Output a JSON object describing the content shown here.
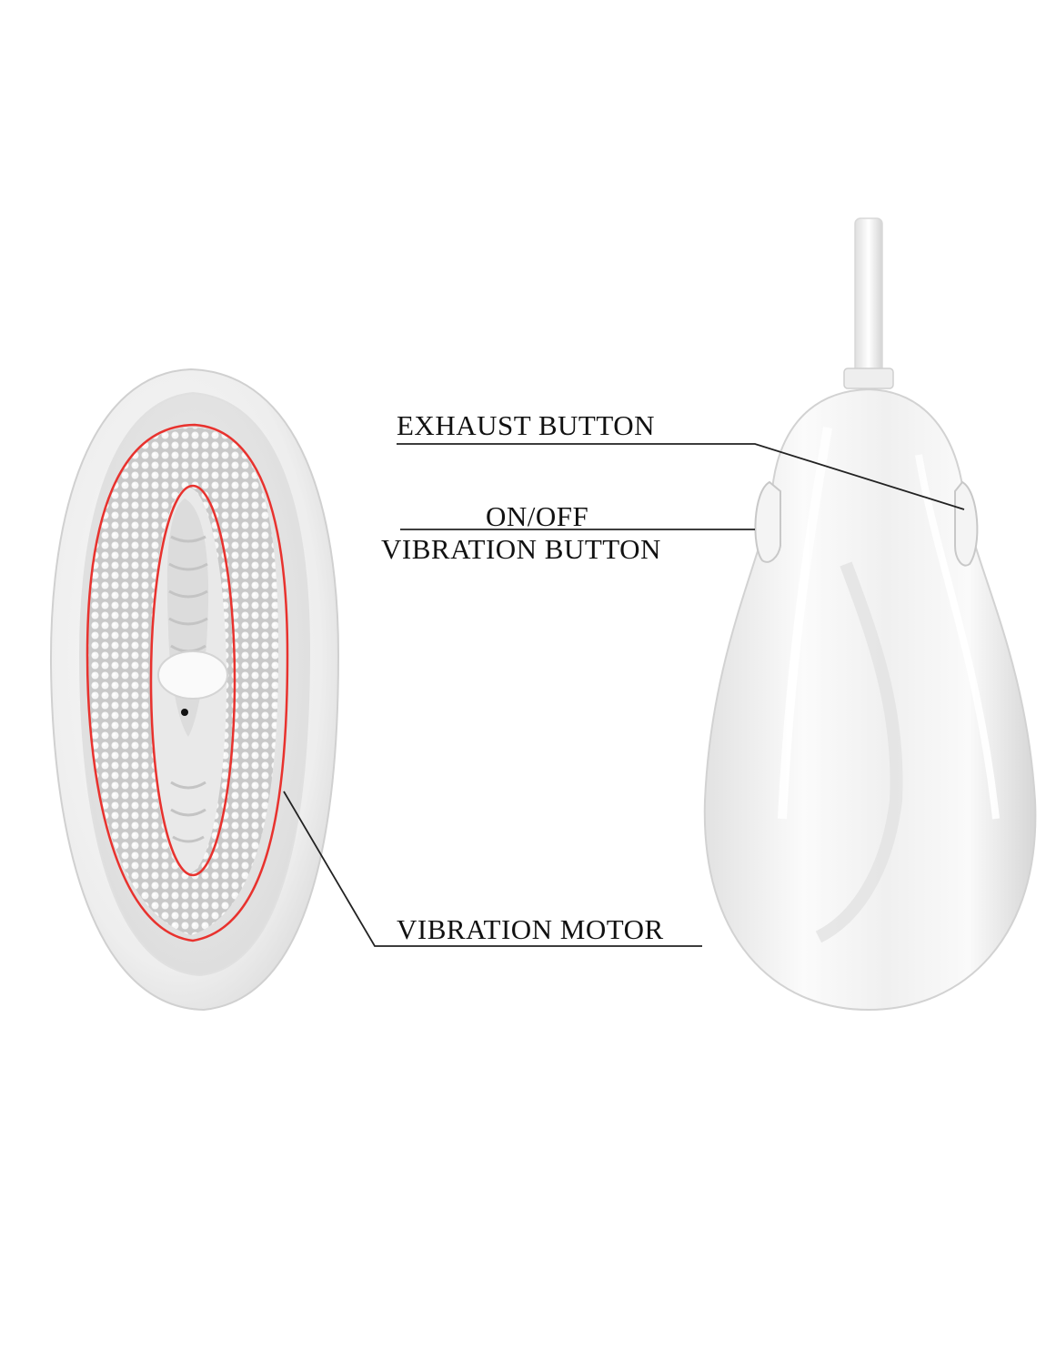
{
  "callouts": {
    "exhaust_button": "EXHAUST BUTTON",
    "onoff_line1": "ON/OFF",
    "onoff_line2": "VIBRATION BUTTON",
    "vibration_motor": "VIBRATION MOTOR"
  },
  "colors": {
    "background": "#ffffff",
    "device_body": "#f1f1f1",
    "device_shadow": "#d2d2d2",
    "highlight_outline": "#e8322e",
    "leader_line": "#222222",
    "text": "#111111"
  }
}
